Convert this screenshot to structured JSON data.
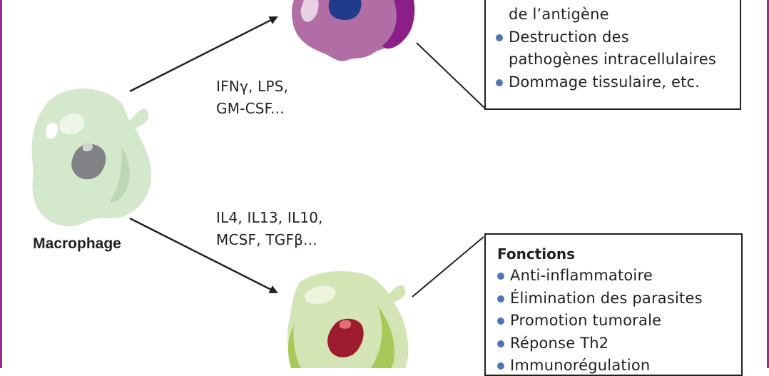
{
  "macrophage_label": "Macrophage",
  "m1_stimuli": [
    "IFNγ, LPS,",
    "GM-CSF..."
  ],
  "m2_stimuli": [
    "IL4, IL13, IL10,",
    "MCSF, TGFβ..."
  ],
  "m1_functions": {
    "items": [
      {
        "text": "de l’antigène",
        "bullet": false
      },
      {
        "text": "Destruction des",
        "bullet": true
      },
      {
        "text": "pathogènes intracellulaires",
        "bullet": false
      },
      {
        "text": "Dommage tissulaire, etc.",
        "bullet": true
      }
    ]
  },
  "m2_functions": {
    "title": "Fonctions",
    "items": [
      {
        "text": "Anti-inflammatoire",
        "bullet": true
      },
      {
        "text": "Élimination des parasites",
        "bullet": true
      },
      {
        "text": "Promotion tumorale",
        "bullet": true
      },
      {
        "text": "Réponse Th2",
        "bullet": true
      },
      {
        "text": "Immunorégulation",
        "bullet": true
      }
    ]
  },
  "colors": {
    "frame": "#9b2a8f",
    "macrophage_body": "#d4e8cc",
    "macrophage_nucleus": "#808285",
    "m1_body": "#b06ea5",
    "m1_edge": "#8c1f87",
    "m1_nucleus": "#223a8c",
    "m2_body": "#d3e5b4",
    "m2_edge": "#a7c957",
    "m2_nucleus": "#9b1c2c",
    "bullet": "#4f74b8"
  }
}
